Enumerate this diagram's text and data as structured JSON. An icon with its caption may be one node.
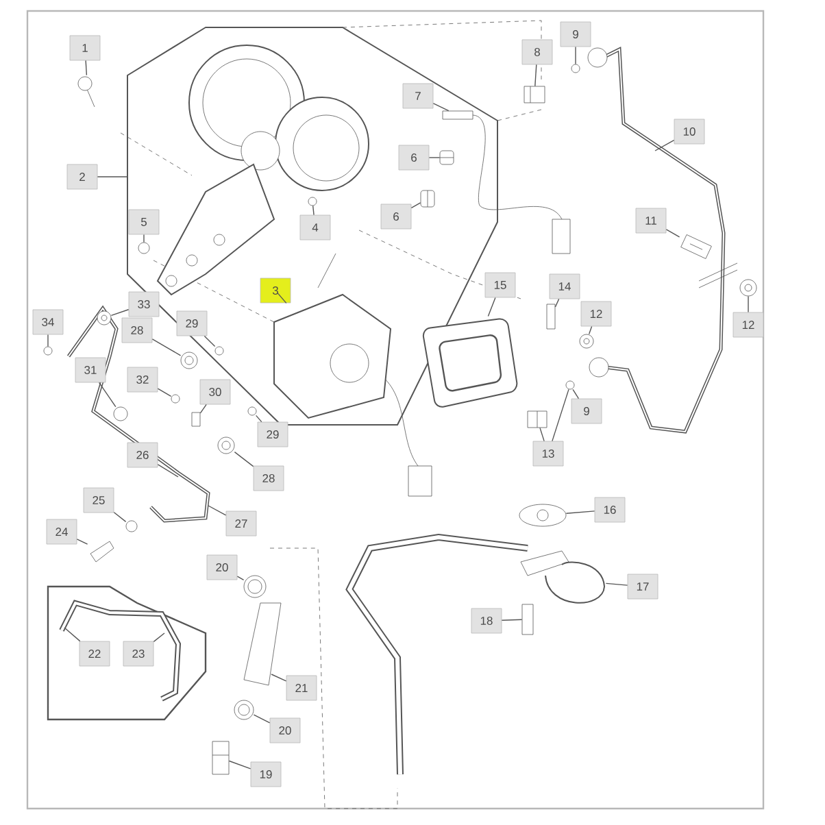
{
  "diagram": {
    "nodes": [
      {
        "text": [
          "1"
        ]
      },
      {
        "text": [
          "2"
        ]
      },
      {
        "text": [
          "3"
        ]
      },
      {
        "text": [
          "4"
        ]
      },
      {
        "text": [
          "5"
        ]
      },
      {
        "text": [
          "6"
        ]
      },
      {
        "text": [
          "6"
        ]
      },
      {
        "text": [
          "7"
        ]
      },
      {
        "text": [
          "8"
        ]
      },
      {
        "text": [
          "9"
        ]
      },
      {
        "text": [
          "10"
        ]
      },
      {
        "text": [
          "11"
        ]
      },
      {
        "text": [
          "12"
        ]
      },
      {
        "text": [
          "12"
        ]
      },
      {
        "text": [
          "13"
        ]
      },
      {
        "text": [
          "14"
        ]
      },
      {
        "text": [
          "15"
        ]
      },
      {
        "text": [
          "9"
        ]
      },
      {
        "text": [
          "16"
        ]
      },
      {
        "text": [
          "17"
        ]
      },
      {
        "text": [
          "18"
        ]
      },
      {
        "text": [
          "19"
        ]
      },
      {
        "text": [
          "20"
        ]
      },
      {
        "text": [
          "20"
        ]
      },
      {
        "text": [
          "21"
        ]
      },
      {
        "text": [
          "22"
        ]
      },
      {
        "text": [
          "23"
        ]
      },
      {
        "text": [
          "24"
        ]
      },
      {
        "text": [
          "25"
        ]
      },
      {
        "text": [
          "26"
        ]
      },
      {
        "text": [
          "27"
        ]
      },
      {
        "text": [
          "28"
        ]
      },
      {
        "text": [
          "28"
        ]
      },
      {
        "text": [
          "29"
        ]
      },
      {
        "text": [
          "29"
        ]
      },
      {
        "text": [
          "30"
        ]
      },
      {
        "text": [
          "31"
        ]
      },
      {
        "text": [
          "32"
        ]
      },
      {
        "text": [
          "33"
        ]
      },
      {
        "text": [
          "34"
        ]
      },
      {
        "text": [],
        "shape": "picture"
      },
      {
        "text": [],
        "shape": "picture"
      },
      {
        "text": [],
        "shape": "circle"
      },
      {
        "text": [],
        "shape": "circle"
      },
      {
        "text": [],
        "shape": "picture"
      },
      {
        "text": [],
        "shape": "picture"
      },
      {
        "text": [],
        "shape": "box"
      },
      {
        "text": [],
        "shape": "picture"
      },
      {
        "text": [],
        "shape": "circle"
      },
      {
        "text": [],
        "shape": "picture"
      },
      {
        "text": [],
        "shape": "picture"
      },
      {
        "text": [],
        "shape": "picture"
      },
      {
        "text": [],
        "shape": "picture"
      },
      {
        "text": [],
        "shape": "box"
      },
      {
        "text": [],
        "shape": "circle"
      },
      {
        "text": [],
        "shape": "picture"
      },
      {
        "text": [],
        "shape": "picture"
      },
      {
        "text": [],
        "shape": "box"
      },
      {
        "text": [],
        "shape": "picture"
      },
      {
        "text": [],
        "shape": "picture"
      },
      {
        "text": [],
        "shape": "picture"
      },
      {
        "text": [],
        "shape": "picture"
      },
      {
        "text": [],
        "shape": "circle"
      },
      {
        "text": [],
        "shape": "picture"
      },
      {
        "text": [],
        "shape": "picture"
      },
      {
        "text": [],
        "shape": "circle"
      },
      {
        "text": [],
        "shape": "circle"
      },
      {
        "text": [],
        "shape": "box"
      },
      {
        "text": [],
        "shape": "circle"
      },
      {
        "text": [],
        "shape": "circle"
      },
      {
        "text": [],
        "shape": "picture"
      },
      {
        "text": [],
        "shape": "circle"
      },
      {
        "text": [],
        "shape": "picture"
      }
    ],
    "edges": [
      {
        "from": 0,
        "to": 40,
        "arrow": "none"
      },
      {
        "from": 1,
        "to": null,
        "arrow": "none"
      },
      {
        "from": 2,
        "to": 41,
        "arrow": "none"
      },
      {
        "from": 3,
        "to": 42,
        "arrow": "none"
      },
      {
        "from": 4,
        "to": 43,
        "arrow": "none"
      },
      {
        "from": 5,
        "to": 44,
        "arrow": "none"
      },
      {
        "from": 6,
        "to": 45,
        "arrow": "none"
      },
      {
        "from": 7,
        "to": 46,
        "arrow": "none"
      },
      {
        "from": 8,
        "to": 47,
        "arrow": "none"
      },
      {
        "from": 9,
        "to": 48,
        "arrow": "none"
      },
      {
        "from": 10,
        "to": null,
        "arrow": "none"
      },
      {
        "from": 11,
        "to": 49,
        "arrow": "none"
      },
      {
        "from": 12,
        "to": 50,
        "arrow": "none"
      },
      {
        "from": 13,
        "to": 51,
        "arrow": "none"
      },
      {
        "from": 14,
        "to": 52,
        "arrow": "none"
      },
      {
        "from": 15,
        "to": 53,
        "arrow": "none"
      },
      {
        "from": 16,
        "to": 72,
        "arrow": "none"
      },
      {
        "from": 17,
        "to": 54,
        "arrow": "none"
      },
      {
        "from": 18,
        "to": 55,
        "arrow": "none"
      },
      {
        "from": 19,
        "to": 56,
        "arrow": "none"
      },
      {
        "from": 20,
        "to": 57,
        "arrow": "none"
      },
      {
        "from": 21,
        "to": 58,
        "arrow": "none"
      },
      {
        "from": 22,
        "to": 59,
        "arrow": "none"
      },
      {
        "from": 23,
        "to": 60,
        "arrow": "none"
      },
      {
        "from": 24,
        "to": null,
        "arrow": "none"
      },
      {
        "from": 25,
        "to": null,
        "arrow": "none"
      },
      {
        "from": 26,
        "to": null,
        "arrow": "none"
      },
      {
        "from": 27,
        "to": 61,
        "arrow": "none"
      },
      {
        "from": 28,
        "to": 62,
        "arrow": "none"
      },
      {
        "from": 29,
        "to": null,
        "arrow": "none"
      },
      {
        "from": 30,
        "to": null,
        "arrow": "none"
      },
      {
        "from": 31,
        "to": 63,
        "arrow": "none"
      },
      {
        "from": 32,
        "to": 64,
        "arrow": "none"
      },
      {
        "from": 33,
        "to": 65,
        "arrow": "none"
      },
      {
        "from": 34,
        "to": 66,
        "arrow": "none"
      },
      {
        "from": 35,
        "to": 67,
        "arrow": "none"
      },
      {
        "from": 36,
        "to": 68,
        "arrow": "none"
      },
      {
        "from": 37,
        "to": 69,
        "arrow": "none"
      },
      {
        "from": 38,
        "to": 70,
        "arrow": "none"
      },
      {
        "from": 39,
        "to": 71,
        "arrow": "none"
      },
      {
        "from": 14,
        "to": 54,
        "arrow": "none"
      }
    ]
  }
}
